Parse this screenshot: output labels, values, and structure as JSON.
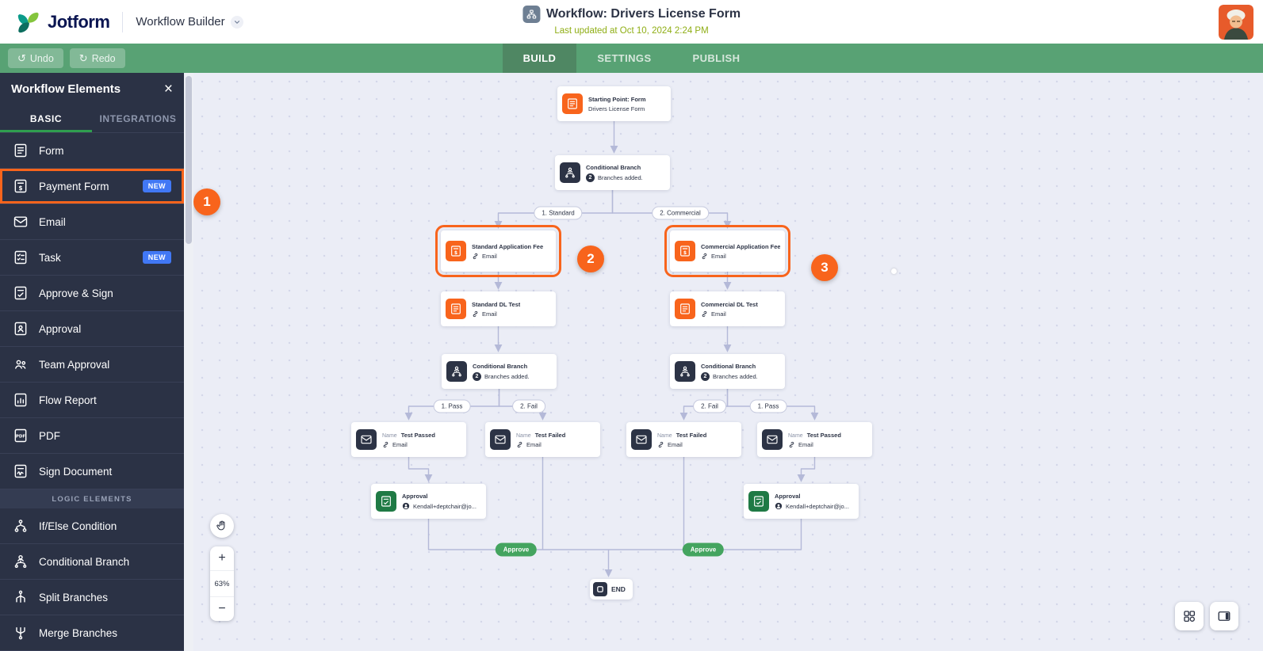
{
  "colors": {
    "accent_orange": "#F8641C",
    "navy": "#2C3345",
    "brand_navy": "#0A1551",
    "toolbar_green": "#58A274",
    "active_tab_green": "#4F8763",
    "lime_green": "#8FAE15",
    "badge_blue": "#4178F5",
    "approve_green": "#44A45F",
    "approval_icon_green": "#1F7A45",
    "connector": "#B4B9D8",
    "canvas_bg": "#EBEDF6",
    "sidebar_navy": "#2B3245"
  },
  "header": {
    "brand": "Jotform",
    "product": "Workflow Builder",
    "workflow_title": "Workflow: Drivers License Form",
    "last_updated": "Last updated at Oct 10, 2024 2:24 PM"
  },
  "toolbar": {
    "undo": "Undo",
    "redo": "Redo",
    "tabs": [
      {
        "label": "BUILD"
      },
      {
        "label": "SETTINGS"
      },
      {
        "label": "PUBLISH"
      }
    ]
  },
  "sidebar": {
    "title": "Workflow Elements",
    "tabs": [
      {
        "label": "BASIC"
      },
      {
        "label": "INTEGRATIONS"
      }
    ],
    "items": [
      {
        "label": "Form"
      },
      {
        "label": "Payment Form",
        "badge": "NEW"
      },
      {
        "label": "Email"
      },
      {
        "label": "Task",
        "badge": "NEW"
      },
      {
        "label": "Approve & Sign"
      },
      {
        "label": "Approval"
      },
      {
        "label": "Team Approval"
      },
      {
        "label": "Flow Report"
      },
      {
        "label": "PDF"
      },
      {
        "label": "Sign Document"
      }
    ],
    "section_label": "LOGIC ELEMENTS",
    "logic_items": [
      {
        "label": "If/Else Condition"
      },
      {
        "label": "Conditional Branch"
      },
      {
        "label": "Split Branches"
      },
      {
        "label": "Merge Branches"
      }
    ]
  },
  "canvas": {
    "nodes": {
      "start": {
        "title": "Starting Point: Form",
        "subtitle": "Drivers License Form"
      },
      "branch_a": {
        "title": "Conditional Branch",
        "count": "2",
        "subtitle": "Branches added."
      },
      "fee_standard": {
        "title": "Standard Application Fee",
        "subtitle": "Email"
      },
      "fee_commercial": {
        "title": "Commercial Application Fee",
        "subtitle": "Email"
      },
      "dl_standard": {
        "title": "Standard DL Test",
        "subtitle": "Email"
      },
      "dl_commercial": {
        "title": "Commercial DL Test",
        "subtitle": "Email"
      },
      "branch_b": {
        "title": "Conditional Branch",
        "count": "2",
        "subtitle": "Branches added."
      },
      "branch_c": {
        "title": "Conditional Branch",
        "count": "2",
        "subtitle": "Branches added."
      },
      "test_passed_left": {
        "name_label": "Name",
        "title": "Test Passed",
        "subtitle": "Email"
      },
      "test_failed_left": {
        "name_label": "Name",
        "title": "Test Failed",
        "subtitle": "Email"
      },
      "test_failed_right": {
        "name_label": "Name",
        "title": "Test Failed",
        "subtitle": "Email"
      },
      "test_passed_right": {
        "name_label": "Name",
        "title": "Test Passed",
        "subtitle": "Email"
      },
      "approval_left": {
        "title": "Approval",
        "subtitle": "Kendall+deptchair@jo..."
      },
      "approval_right": {
        "title": "Approval",
        "subtitle": "Kendall+deptchair@jo..."
      },
      "end": {
        "label": "END"
      }
    },
    "pills": {
      "standard": "1. Standard",
      "commercial": "2. Commercial",
      "pass_left": "1. Pass",
      "fail_left": "2. Fail",
      "fail_right": "2. Fail",
      "pass_right": "1. Pass",
      "approve_left": "Approve",
      "approve_right": "Approve"
    },
    "annotations": {
      "step1": "1",
      "step2": "2",
      "step3": "3"
    },
    "controls": {
      "zoom_in": "+",
      "zoom_out": "−",
      "zoom_level": "63%"
    }
  }
}
